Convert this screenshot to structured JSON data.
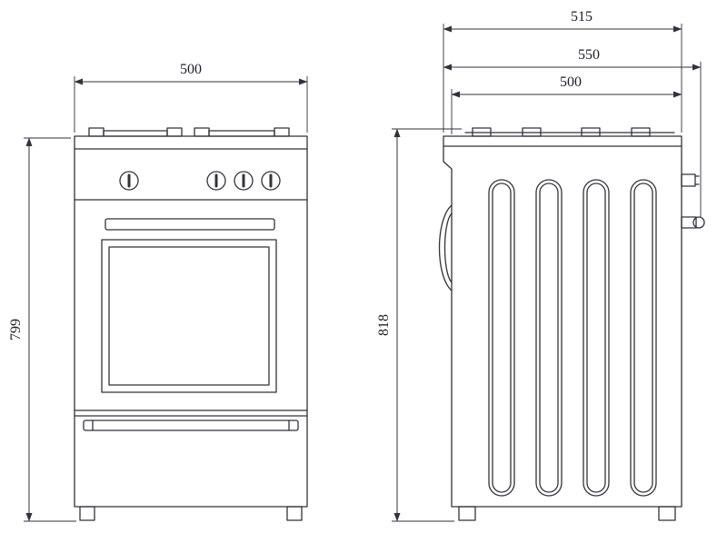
{
  "drawing": {
    "title": "gas-stove-dimension-drawing",
    "front_view": {
      "width_label": "500",
      "height_label": "799"
    },
    "side_view": {
      "top_depth_label": "515",
      "max_depth_label": "550",
      "body_depth_label": "500",
      "height_label": "818"
    }
  }
}
